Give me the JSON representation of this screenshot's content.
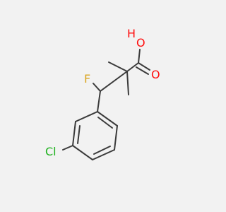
{
  "molecule": {
    "atoms": {
      "o_hydroxyl": {
        "element": "O",
        "label": "O",
        "h_label": "H"
      },
      "o_carbonyl": {
        "element": "O",
        "label": "O"
      },
      "f": {
        "element": "F",
        "label": "F"
      },
      "cl": {
        "element": "Cl",
        "label": "Cl"
      }
    },
    "colors": {
      "oxygen": "#ff0d0d",
      "fluorine": "#daa520",
      "chlorine": "#1fb11f",
      "bond": "#3b3b3b",
      "background": "#f2f2f2"
    }
  }
}
